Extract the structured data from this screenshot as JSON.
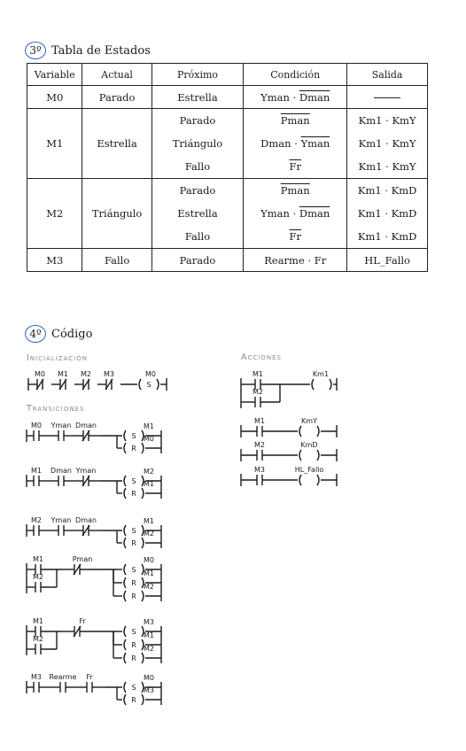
{
  "section3": {
    "num": "3º",
    "title": "Tabla de Estados"
  },
  "table": {
    "headers": [
      "Variable",
      "Actual",
      "Próximo",
      "Condición",
      "Salida"
    ],
    "rows": [
      {
        "variable": "M0",
        "actual": "Parado",
        "next": [
          "Estrella"
        ],
        "cond": [
          [
            "Yman",
            "·",
            "Dman"
          ]
        ],
        "out": [
          "—"
        ]
      },
      {
        "variable": "M1",
        "actual": "Estrella",
        "next": [
          "Parado",
          "Triángulo",
          "Fallo"
        ],
        "cond": [
          [
            "Pman"
          ],
          [
            "Dman",
            "·",
            "Yman"
          ],
          [
            "Fr"
          ]
        ],
        "out": [
          "Km1 · KmY",
          "Km1 · KmY",
          "Km1 · KmY"
        ]
      },
      {
        "variable": "M2",
        "actual": "Triángulo",
        "next": [
          "Parado",
          "Estrella",
          "Fallo"
        ],
        "cond": [
          [
            "Pman"
          ],
          [
            "Yman",
            "·",
            "Dman"
          ],
          [
            "Fr"
          ]
        ],
        "out": [
          "Km1 · KmD",
          "Km1 · KmD",
          "Km1 · KmD"
        ]
      },
      {
        "variable": "M3",
        "actual": "Fallo",
        "next": [
          "Parado"
        ],
        "cond": [
          [
            "Rearme",
            "·",
            "Fr"
          ]
        ],
        "out": [
          "HL_Fallo"
        ]
      }
    ]
  },
  "section4": {
    "num": "4º",
    "title": "Código"
  },
  "labels": {
    "init": "Inicialización",
    "transitions": "Transiciones",
    "actions": "Acciones"
  },
  "ladder": {
    "init": {
      "contacts": [
        "M0",
        "M1",
        "M2",
        "M3"
      ],
      "coil": "M0",
      "coil_type": "S"
    },
    "t1": {
      "contacts": [
        "M0",
        "Yman",
        "Dman"
      ],
      "coils": [
        {
          "name": "M1",
          "type": "S"
        },
        {
          "name": "M0",
          "type": "R"
        }
      ]
    },
    "t2": {
      "contacts": [
        "M1",
        "Dman",
        "Yman"
      ],
      "coils": [
        {
          "name": "M2",
          "type": "S"
        },
        {
          "name": "M1",
          "type": "R"
        }
      ]
    },
    "t3": {
      "contacts": [
        "M2",
        "Yman",
        "Dman"
      ],
      "coils": [
        {
          "name": "M1",
          "type": "S"
        },
        {
          "name": "M2",
          "type": "R"
        }
      ]
    },
    "t4": {
      "contacts": [
        "M1",
        "M2",
        "Pman"
      ],
      "coils": [
        {
          "name": "M0",
          "type": "S"
        },
        {
          "name": "M1",
          "type": "R"
        },
        {
          "name": "M2",
          "type": "R"
        }
      ]
    },
    "t5": {
      "contacts": [
        "M1",
        "M2",
        "Fr"
      ],
      "coils": [
        {
          "name": "M3",
          "type": "S"
        },
        {
          "name": "M1",
          "type": "R"
        },
        {
          "name": "M2",
          "type": "R"
        }
      ]
    },
    "t6": {
      "contacts": [
        "M3",
        "Rearme",
        "Fr"
      ],
      "coils": [
        {
          "name": "M0",
          "type": "S"
        },
        {
          "name": "M3",
          "type": "R"
        }
      ]
    },
    "a1": {
      "contacts": [
        "M1",
        "M2"
      ],
      "coil": "Km1"
    },
    "a2": {
      "contacts": [
        "M1"
      ],
      "coil": "KmY"
    },
    "a3": {
      "contacts": [
        "M2"
      ],
      "coil": "KmD"
    },
    "a4": {
      "contacts": [
        "M3"
      ],
      "coil": "HL_Fallo"
    }
  }
}
